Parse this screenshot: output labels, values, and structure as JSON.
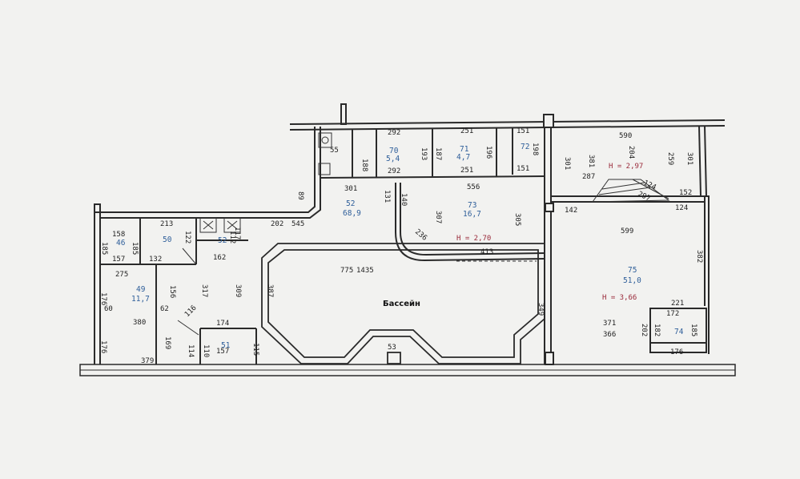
{
  "pool_label": "Бассейн",
  "heights": {
    "h1": "H = 2,97",
    "h2": "H = 2,70",
    "h3": "H = 3,66"
  },
  "rooms": [
    {
      "id": "70",
      "number": "70",
      "area": "5,4"
    },
    {
      "id": "71",
      "number": "71",
      "area": "4,7"
    },
    {
      "id": "72",
      "number": "72",
      "area": ""
    },
    {
      "id": "52",
      "number": "52",
      "area": "68,9"
    },
    {
      "id": "73",
      "number": "73",
      "area": "16,7"
    },
    {
      "id": "75",
      "number": "75",
      "area": "51,0"
    },
    {
      "id": "74",
      "number": "74",
      "area": ""
    },
    {
      "id": "49",
      "number": "49",
      "area": "11,7"
    },
    {
      "id": "46",
      "number": "46",
      "area": ""
    },
    {
      "id": "50",
      "number": "50",
      "area": ""
    },
    {
      "id": "52b",
      "number": "52",
      "area": ""
    },
    {
      "id": "51",
      "number": "51",
      "area": ""
    }
  ],
  "dimensions": [
    "292",
    "292",
    "251",
    "251",
    "151",
    "151",
    "55",
    "188",
    "193",
    "187",
    "196",
    "198",
    "590",
    "301",
    "381",
    "204",
    "259",
    "301",
    "287",
    "124",
    "152",
    "124",
    "297",
    "301",
    "131",
    "140",
    "556",
    "307",
    "305",
    "236",
    "413",
    "142",
    "599",
    "382",
    "221",
    "172",
    "202",
    "182",
    "185",
    "176",
    "371",
    "366",
    "202",
    "545",
    "89",
    "213",
    "158",
    "185",
    "185",
    "157",
    "132",
    "122",
    "112",
    "117",
    "162",
    "275",
    "176",
    "317",
    "309",
    "387",
    "775",
    "1435",
    "380",
    "62",
    "60",
    "176",
    "169",
    "174",
    "110",
    "157",
    "115",
    "114",
    "379",
    "53",
    "349",
    "116",
    "156"
  ]
}
